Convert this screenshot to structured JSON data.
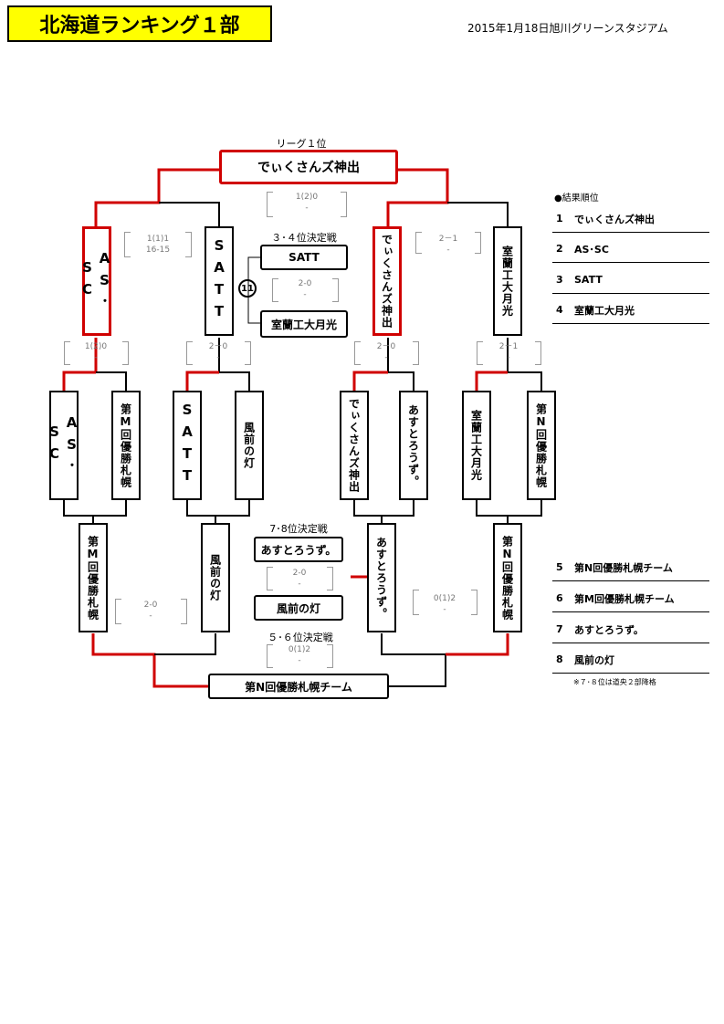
{
  "header": {
    "title": "北海道ランキング１部",
    "date_venue": "2015年1月18日旭川グリーンスタジアム"
  },
  "labels": {
    "league_first": "リーグ１位",
    "third_place_match": "３･４位決定戦",
    "seventh_place_match": "7･8位決定戦",
    "fifth_place_match": "５･６位決定戦",
    "match_no": "11"
  },
  "teams": {
    "champion": "でぃくさんズ神出",
    "sf1": "AS･SC",
    "sf2": "SATT",
    "sf3": "でぃくさんズ神出",
    "sf4": "室蘭工大月光",
    "qf1": "AS･SC",
    "qf2": "第M回優勝札幌",
    "qf3": "SATT",
    "qf4": "風前の灯",
    "qf5": "でぃくさんズ神出",
    "qf6": "あすとろうず。",
    "qf7": "室蘭工大月光",
    "qf8": "第N回優勝札幌",
    "cons1": "第M回優勝札幌",
    "cons2": "風前の灯",
    "cons3": "あすとろうず。",
    "cons4": "第N回優勝札幌",
    "third1": "SATT",
    "third2": "室蘭工大月光",
    "seventh1": "あすとろうず。",
    "seventh2": "風前の灯",
    "fifth_winner": "第N回優勝札幌チーム"
  },
  "scores": {
    "final": {
      "main": "1(2)0",
      "sub": "-"
    },
    "sf_left": {
      "main": "1(1)1",
      "sub": "16-15"
    },
    "sf_right": {
      "main": "2－1",
      "sub": "-"
    },
    "third": {
      "main": "2-0",
      "sub": "-"
    },
    "qf_a": {
      "main": "1(2)0",
      "sub": "-"
    },
    "qf_b": {
      "main": "2－0",
      "sub": "-"
    },
    "qf_c": {
      "main": "2－0",
      "sub": "-"
    },
    "qf_d": {
      "main": "2－1",
      "sub": "-"
    },
    "seventh": {
      "main": "2-0",
      "sub": "-"
    },
    "cons_left": {
      "main": "2-0",
      "sub": "-"
    },
    "cons_right": {
      "main": "0(1)2",
      "sub": "-"
    },
    "fifth": {
      "main": "0(1)2",
      "sub": "-"
    }
  },
  "results": {
    "heading": "●結果順位",
    "rows": [
      {
        "rank": "1",
        "team": "でぃくさんズ神出"
      },
      {
        "rank": "2",
        "team": "AS･SC"
      },
      {
        "rank": "3",
        "team": "SATT"
      },
      {
        "rank": "4",
        "team": "室蘭工大月光"
      },
      {
        "rank": "5",
        "team": "第N回優勝札幌チーム"
      },
      {
        "rank": "6",
        "team": "第M回優勝札幌チーム"
      },
      {
        "rank": "7",
        "team": "あすとろうず。"
      },
      {
        "rank": "8",
        "team": "風前の灯"
      }
    ],
    "note": "※７･８位は道央２部降格"
  },
  "colors": {
    "title_bg": "#ffff00",
    "winner_line": "#d00000",
    "line": "#000000"
  }
}
